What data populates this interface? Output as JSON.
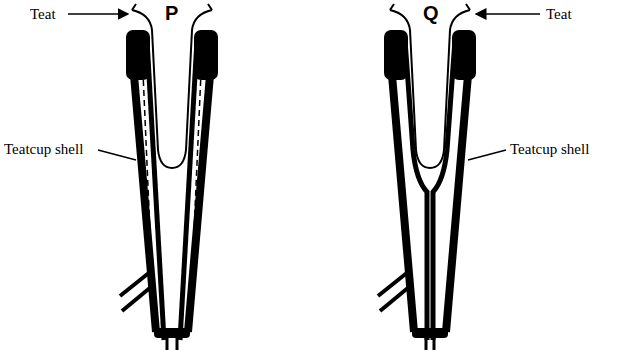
{
  "diagram": {
    "labels": [
      "P",
      "Q",
      "Teat",
      "Teat",
      "Teatcup shell",
      "Teatcup shell"
    ]
  }
}
